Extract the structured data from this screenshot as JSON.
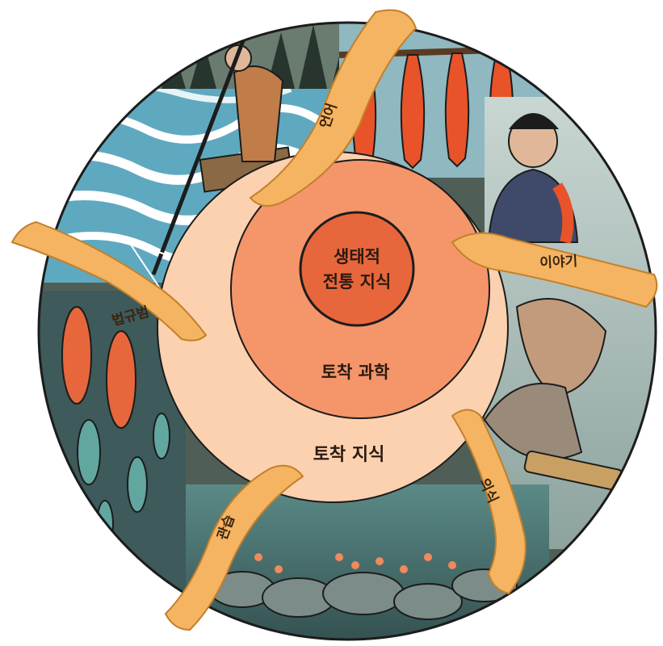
{
  "diagram": {
    "center_label_line1": "생태적",
    "center_label_line2": "전통 지식",
    "middle_ring_label": "토착 과학",
    "outer_ring_label": "토착 지식",
    "ribbons": {
      "top": "언어",
      "right": "이야기",
      "left": "법규범",
      "bottom_left": "관습",
      "bottom_right": "의식"
    }
  },
  "colors": {
    "core": "#e8663c",
    "middle_ring": "#f4956a",
    "outer_ring": "#fcd1b0",
    "ribbon": "#f4b462",
    "ribbon_edge": "#c47f2a",
    "background_scene": "#4f5f58",
    "outline": "#1c1c1c"
  },
  "icons": [
    "salmon-icon",
    "fisher-icon",
    "dip-net-icon",
    "smoked-fish-icon",
    "child-icon",
    "girl-icon",
    "river-icon",
    "trees-icon",
    "roe-icon"
  ]
}
